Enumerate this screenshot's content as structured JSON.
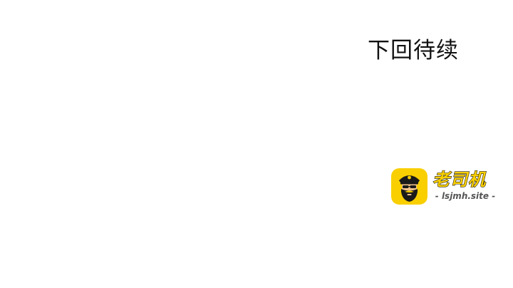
{
  "caption": "下回待续",
  "watermark": {
    "wordmark": "老司机",
    "site": "- lsjmh.site -",
    "icon": "bearded-captain-icon",
    "colors": {
      "badge": "#f9cf00",
      "wordmark_fill": "#f9cf00",
      "wordmark_outline": "#1a1a1a",
      "site_text": "#555555"
    }
  }
}
